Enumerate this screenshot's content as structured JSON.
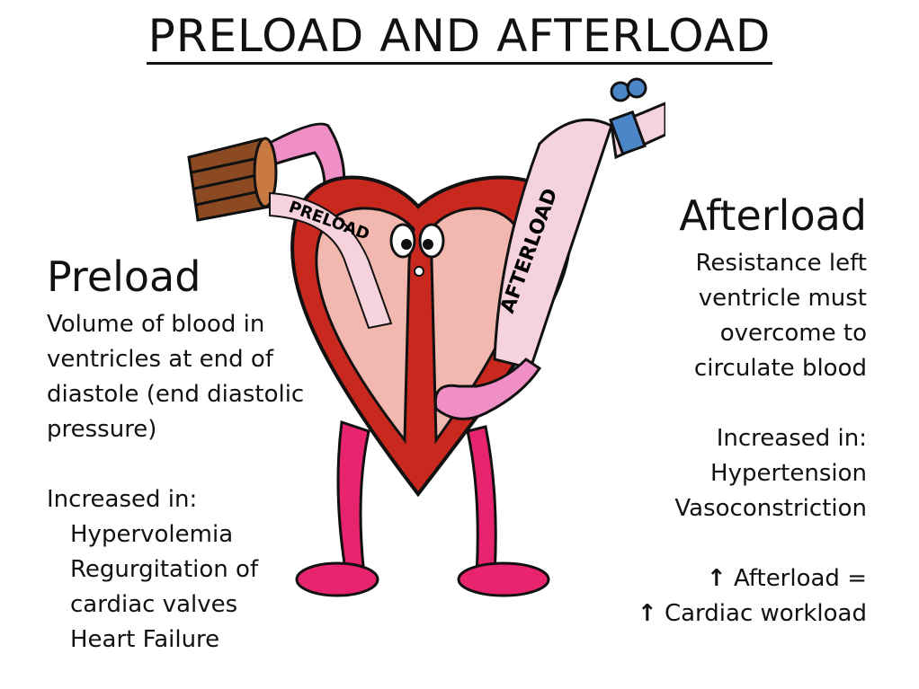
{
  "title": "PRELOAD AND AFTERLOAD",
  "preload": {
    "heading": "Preload",
    "definition": [
      "Volume of blood in",
      "ventricles at end of",
      "diastole (end diastolic",
      "pressure)"
    ],
    "increased_label": "Increased in:",
    "causes": [
      "Hypervolemia",
      "Regurgitation of",
      "cardiac valves",
      "Heart Failure"
    ]
  },
  "afterload": {
    "heading": "Afterload",
    "definition": [
      "Resistance left",
      "ventricle must",
      "overcome to",
      "circulate blood"
    ],
    "increased_label": "Increased in:",
    "causes": [
      "Hypertension",
      "Vasoconstriction"
    ],
    "note_line1": "Afterload =",
    "note_line2": "Cardiac workload",
    "arrow_glyph": "↑"
  },
  "illustration": {
    "preload_label": "PRELOAD",
    "afterload_label": "AFTERLOAD"
  },
  "colors": {
    "heart_outer": "#c8281e",
    "heart_inner": "#f2b7ae",
    "limb_pink": "#f08fc6",
    "leg_magenta": "#e8246f",
    "tube_light": "#f6d3dc",
    "clamp_blue": "#4a86c8",
    "cup_brown": "#8b4a22"
  }
}
